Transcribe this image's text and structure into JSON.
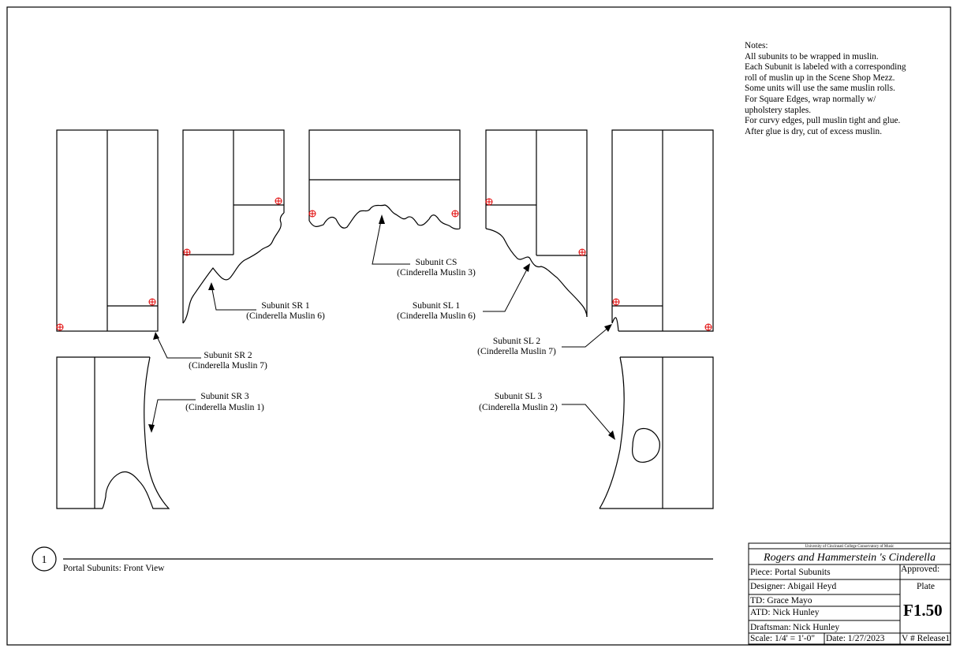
{
  "notes": {
    "heading": "Notes:",
    "lines": [
      "All subunits to be wrapped in muslin.",
      "Each Subunit is labeled with a corresponding",
      "roll of muslin up in the Scene Shop Mezz.",
      "Some units will use the same muslin rolls.",
      "For Square Edges, wrap normally w/",
      "upholstery staples.",
      "For curvy edges, pull muslin tight and glue.",
      "After glue is dry, cut of excess muslin."
    ]
  },
  "labels": {
    "cs": {
      "name": "Subunit CS",
      "muslin": "(Cinderella Muslin 3)"
    },
    "sr1": {
      "name": "Subunit SR 1",
      "muslin": "(Cinderella Muslin 6)"
    },
    "sl1": {
      "name": "Subunit SL 1",
      "muslin": "(Cinderella Muslin 6)"
    },
    "sr2": {
      "name": "Subunit SR 2",
      "muslin": "(Cinderella Muslin 7)"
    },
    "sl2": {
      "name": "Subunit SL 2",
      "muslin": "(Cinderella Muslin 7)"
    },
    "sr3": {
      "name": "Subunit SR 3",
      "muslin": "(Cinderella Muslin 1)"
    },
    "sl3": {
      "name": "Subunit SL 3",
      "muslin": "(Cinderella Muslin 2)"
    }
  },
  "view": {
    "number": "1",
    "title": "Portal Subunits: Front View"
  },
  "title_block": {
    "institution": "University of Cincinnati College Conservatory of Music",
    "show": "Rogers and Hammerstein 's Cinderella",
    "piece": "Piece: Portal Subunits",
    "designer": "Designer: Abigail Heyd",
    "td": "TD: Grace Mayo",
    "atd": "ATD: Nick Hunley",
    "draftsman_label": "Draftsman:",
    "draftsman": "Nick Hunley",
    "scale": "Scale: 1/4' = 1'-0\"",
    "date": "Date: 1/27/2023",
    "version": "V # Release1",
    "approved": "Approved:",
    "plate_label": "Plate",
    "plate": "F1.50"
  },
  "colors": {
    "line": "#000000",
    "marker": "#e00000"
  }
}
